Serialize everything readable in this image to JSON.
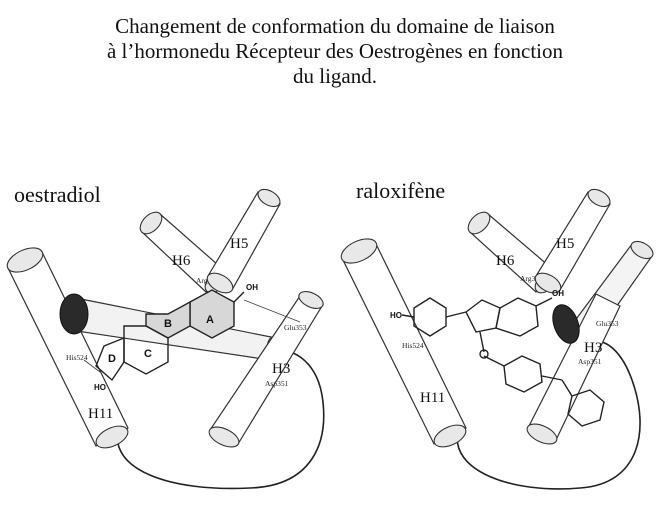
{
  "title": {
    "line1": "Changement de conformation du domaine de liaison",
    "line2": "à l’hormonedu Récepteur des Oestrogènes en fonction",
    "line3": "du ligand."
  },
  "panels": {
    "left": {
      "label": "oestradiol",
      "helices": {
        "h5": "H5",
        "h6": "H6",
        "h3": "H3",
        "h11": "H11"
      },
      "residues": {
        "arg394": "Arg394",
        "glu353": "Glu353",
        "his524": "His524",
        "asp351": "Asp351"
      },
      "rings": {
        "a": "A",
        "b": "B",
        "c": "C",
        "d": "D"
      },
      "groups": {
        "oh_top": "OH",
        "oh_bottom": "HO"
      }
    },
    "right": {
      "label": "raloxifène",
      "helices": {
        "h5": "H5",
        "h6": "H6",
        "h3": "H3",
        "h11": "H11"
      },
      "residues": {
        "arg394": "Arg394",
        "glu353": "Glu353",
        "his524": "His524",
        "asp351": "Asp351"
      },
      "groups": {
        "oh_top": "OH",
        "ho_left": "HO"
      }
    }
  }
}
